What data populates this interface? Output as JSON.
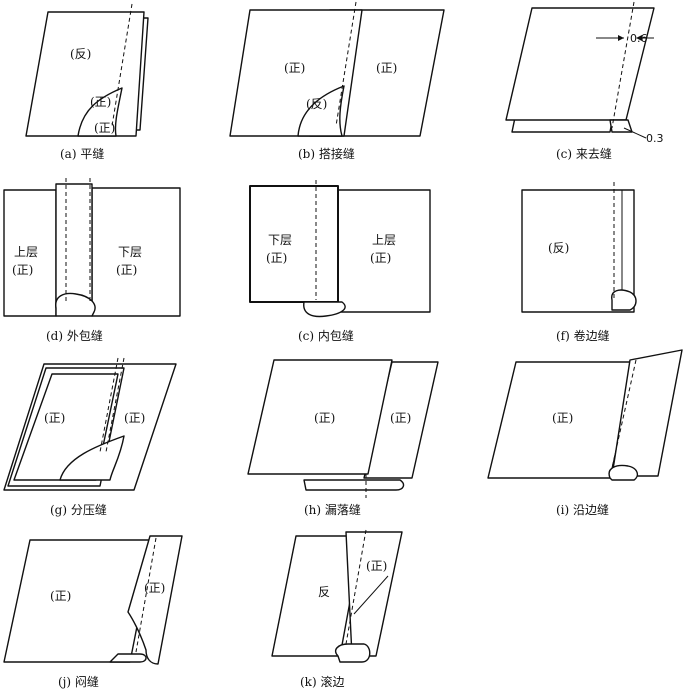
{
  "labels": {
    "fan": "(反)",
    "zheng": "(正)",
    "fan_plain": "反",
    "upper": "上层",
    "lower": "下层",
    "dim_06": "0.6",
    "dim_03": "0.3"
  },
  "captions": {
    "a": "(a) 平缝",
    "b": "(b) 搭接缝",
    "c1": "(c) 来去缝",
    "d": "(d) 外包缝",
    "c2": "(c) 内包缝",
    "f": "(f) 卷边缝",
    "g": "(g) 分压缝",
    "h": "(h) 漏落缝",
    "i": "(i) 沿边缝",
    "j": "(j) 闷缝",
    "k": "(k) 滚边"
  }
}
